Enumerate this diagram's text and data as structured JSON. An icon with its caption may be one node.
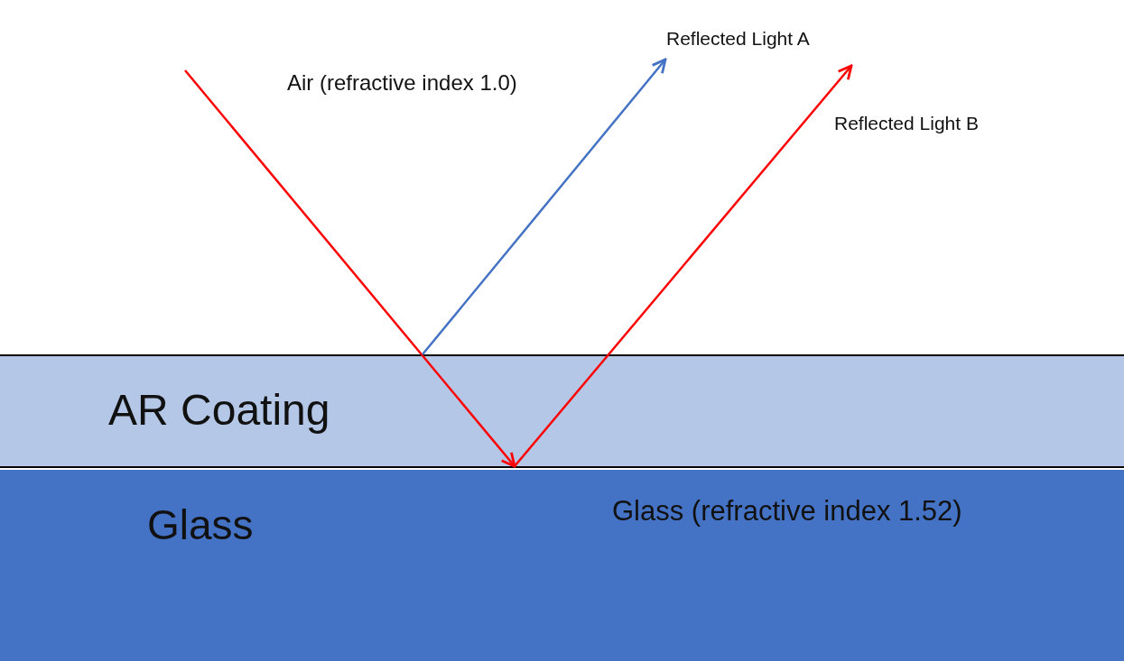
{
  "diagram": {
    "nodes": [
      {
        "text": [
          "AR Coating"
        ]
      },
      {
        "text": [
          "Glass",
          "Glass (refractive index 1.52)"
        ]
      }
    ],
    "labels": [
      "Reflected Light A",
      "Air (refractive index 1.0)",
      "Reflected Light B"
    ]
  }
}
